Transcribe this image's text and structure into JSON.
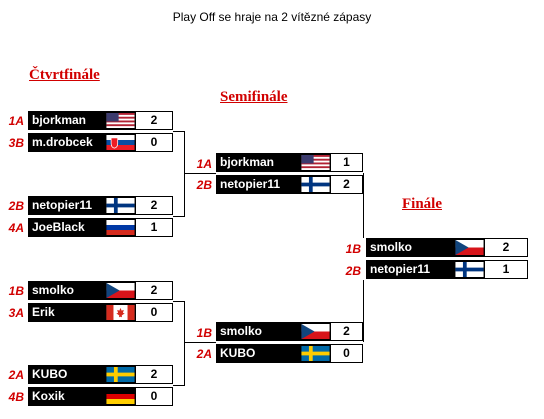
{
  "title": "Play Off se hraje na 2 vítězné zápasy",
  "rounds": {
    "quarterfinal": "Čtvrtfinále",
    "semifinal": "Semifinále",
    "final": "Finále"
  },
  "quarterfinals": [
    {
      "seed1": "1A",
      "player1": "bjorkman",
      "flag1": "usa-flag-icon",
      "score1": "2",
      "seed2": "3B",
      "player2": "m.drobcek",
      "flag2": "slovakia-flag-icon",
      "score2": "0"
    },
    {
      "seed1": "2B",
      "player1": "netopier11",
      "flag1": "finland-flag-icon",
      "score1": "2",
      "seed2": "4A",
      "player2": "JoeBlack",
      "flag2": "russia-flag-icon",
      "score2": "1"
    },
    {
      "seed1": "1B",
      "player1": "smolko",
      "flag1": "czech-flag-icon",
      "score1": "2",
      "seed2": "3A",
      "player2": "Erik",
      "flag2": "canada-flag-icon",
      "score2": "0"
    },
    {
      "seed1": "2A",
      "player1": "KUBO",
      "flag1": "sweden-flag-icon",
      "score1": "2",
      "seed2": "4B",
      "player2": "Koxik",
      "flag2": "germany-flag-icon",
      "score2": "0"
    }
  ],
  "semifinals": [
    {
      "seed1": "1A",
      "player1": "bjorkman",
      "flag1": "usa-flag-icon",
      "score1": "1",
      "seed2": "2B",
      "player2": "netopier11",
      "flag2": "finland-flag-icon",
      "score2": "2"
    },
    {
      "seed1": "1B",
      "player1": "smolko",
      "flag1": "czech-flag-icon",
      "score1": "2",
      "seed2": "2A",
      "player2": "KUBO",
      "flag2": "sweden-flag-icon",
      "score2": "0"
    }
  ],
  "final": {
    "seed1": "1B",
    "player1": "smolko",
    "flag1": "czech-flag-icon",
    "score1": "2",
    "seed2": "2B",
    "player2": "netopier11",
    "flag2": "finland-flag-icon",
    "score2": "1"
  },
  "colors": {
    "seed": "#d10000",
    "round_label": "#d10000",
    "name_bg": "#000000",
    "name_text": "#ffffff"
  }
}
